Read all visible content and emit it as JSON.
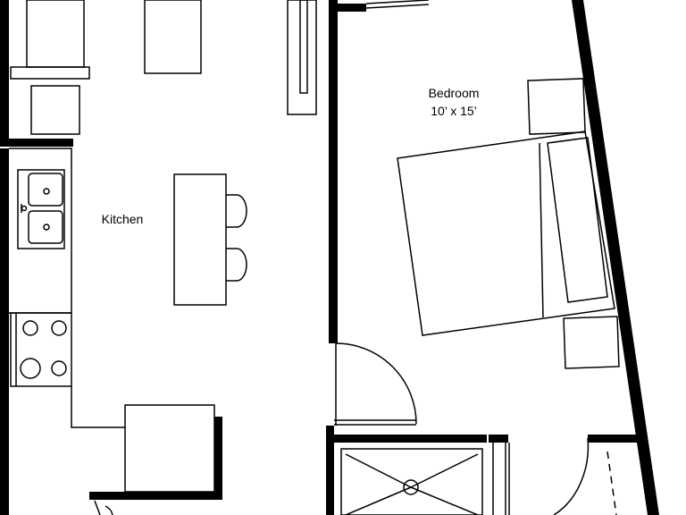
{
  "rooms": [
    {
      "id": "bedroom",
      "name": "Bedroom",
      "dimensions": "10’ x 15’"
    },
    {
      "id": "kitchen",
      "name": "Kitchen",
      "dimensions": ""
    }
  ],
  "colors": {
    "wall": "#000000",
    "background": "#ffffff"
  }
}
